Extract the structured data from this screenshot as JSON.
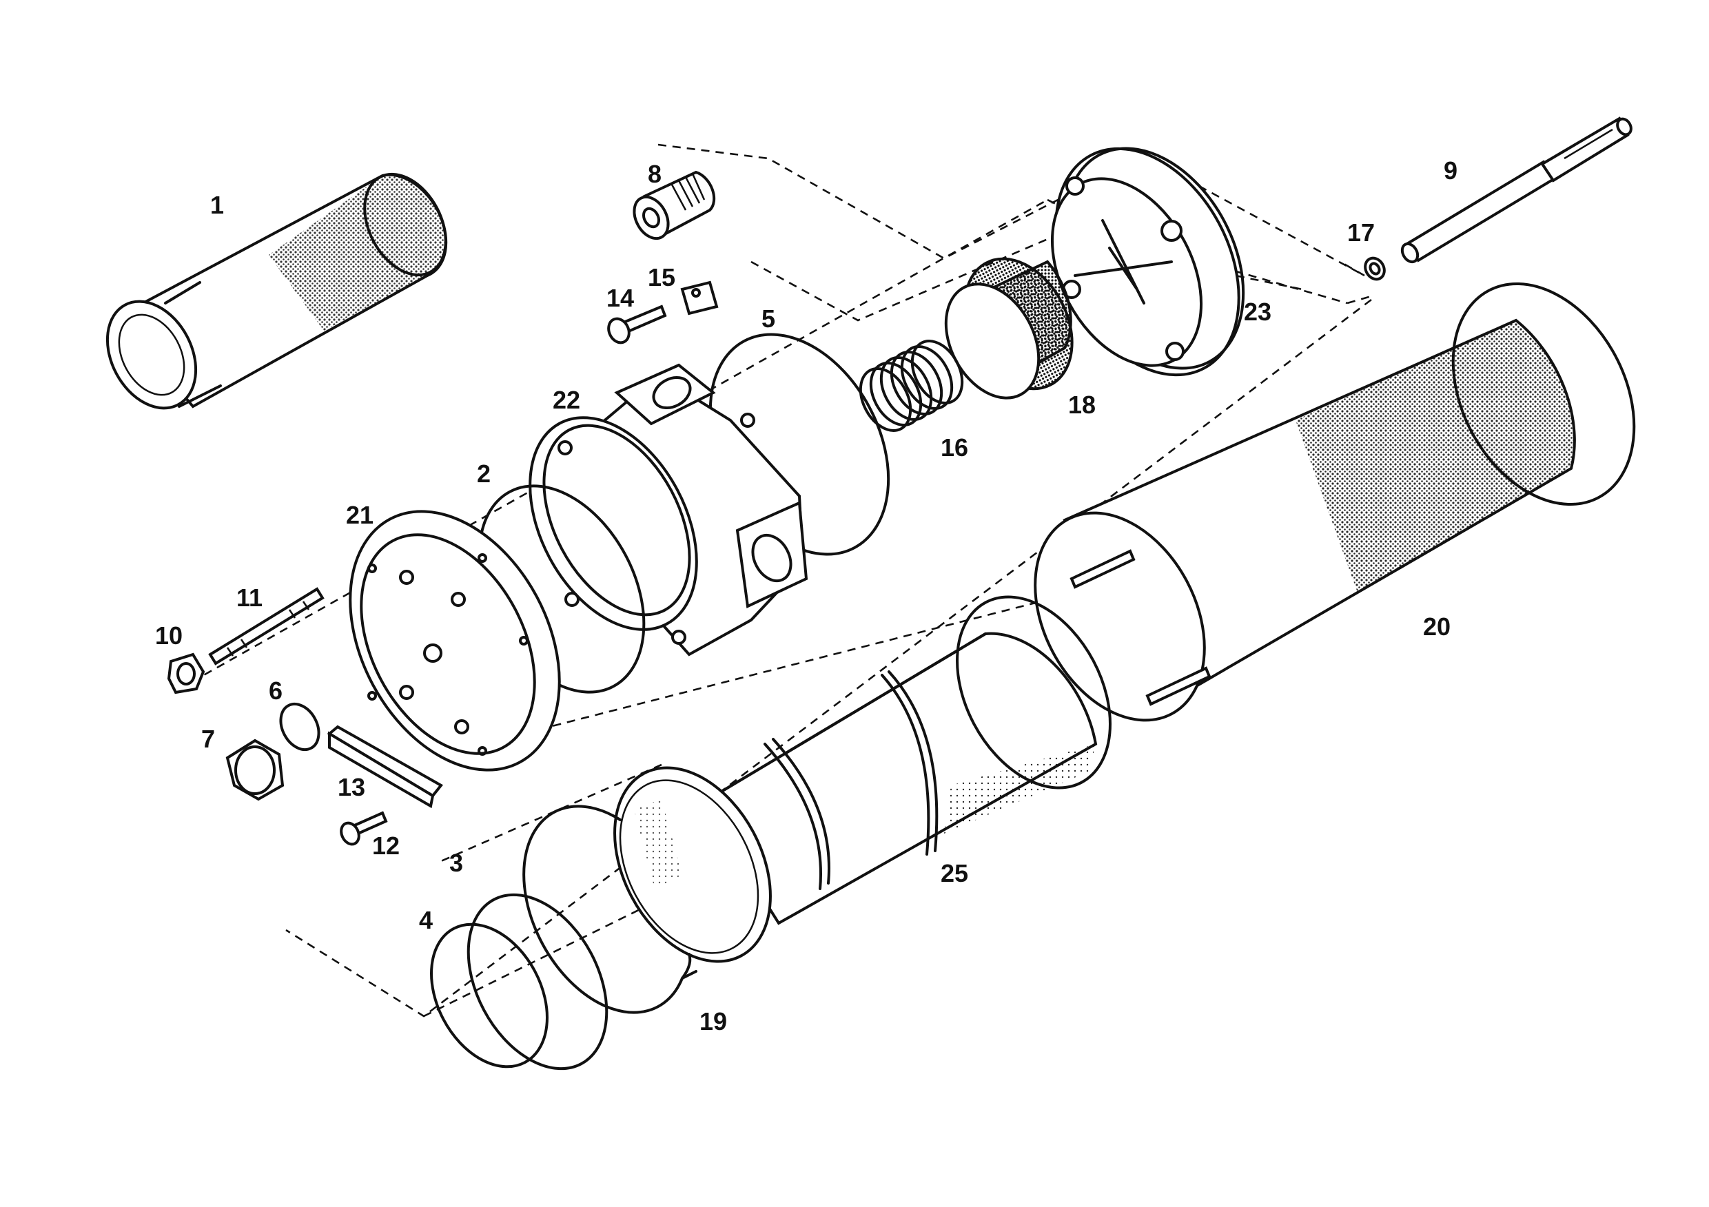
{
  "labels": {
    "p1": "1",
    "p2": "2",
    "p3": "3",
    "p4": "4",
    "p5": "5",
    "p6": "6",
    "p7": "7",
    "p8": "8",
    "p9": "9",
    "p10": "10",
    "p11": "11",
    "p12": "12",
    "p13": "13",
    "p14": "14",
    "p15": "15",
    "p16": "16",
    "p17": "17",
    "p18": "18",
    "p19": "19",
    "p20": "20",
    "p21": "21",
    "p22": "22",
    "p23": "23",
    "p25": "25"
  },
  "colors": {
    "ink": "#111111",
    "paper": "#ffffff"
  }
}
